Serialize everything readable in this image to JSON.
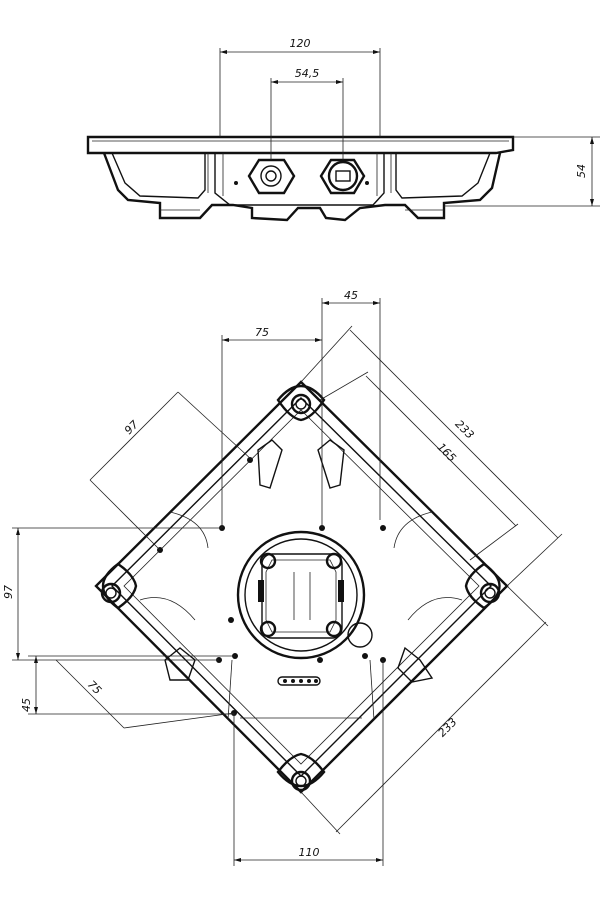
{
  "front_view": {
    "dimensions": {
      "width_overall": "120",
      "glands_spacing": "54,5",
      "height": "54"
    }
  },
  "top_view": {
    "dimensions": {
      "top_offset_45": "45",
      "top_offset_75": "75",
      "diag_97": "97",
      "diag_233_upper": "233",
      "diag_165": "165",
      "left_97": "97",
      "left_45": "45",
      "lower_75": "75",
      "diag_233_lower": "233",
      "bottom_110": "110"
    }
  }
}
